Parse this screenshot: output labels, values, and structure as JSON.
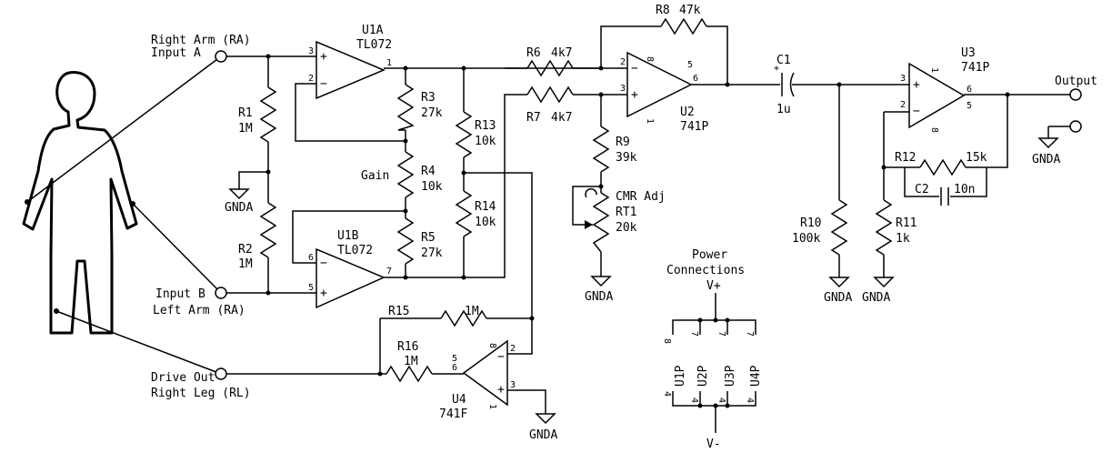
{
  "ports": {
    "right_arm": "Right Arm (RA)",
    "input_a": "Input A",
    "input_b": "Input B",
    "left_arm": "Left Arm (RA)",
    "drive_out": "Drive Out",
    "right_leg": "Right Leg (RL)",
    "output": "Output"
  },
  "opamps": {
    "u1a": {
      "ref": "U1A",
      "part": "TL072"
    },
    "u1b": {
      "ref": "U1B",
      "part": "TL072"
    },
    "u2": {
      "ref": "U2",
      "part": "741P"
    },
    "u3": {
      "ref": "U3",
      "part": "741P"
    },
    "u4": {
      "ref": "U4",
      "part": "741F"
    }
  },
  "resistors": {
    "r1": {
      "ref": "R1",
      "value": "1M"
    },
    "r2": {
      "ref": "R2",
      "value": "1M"
    },
    "r3": {
      "ref": "R3",
      "value": "27k"
    },
    "r4": {
      "ref": "R4",
      "value": "10k"
    },
    "r5": {
      "ref": "R5",
      "value": "27k"
    },
    "r6": {
      "ref": "R6",
      "value": "4k7"
    },
    "r7": {
      "ref": "R7",
      "value": "4k7"
    },
    "r8": {
      "ref": "R8",
      "value": "47k"
    },
    "r9": {
      "ref": "R9",
      "value": "39k"
    },
    "r10": {
      "ref": "R10",
      "value": "100k"
    },
    "r11": {
      "ref": "R11",
      "value": "1k"
    },
    "r12": {
      "ref": "R12",
      "value": "15k"
    },
    "r13": {
      "ref": "R13",
      "value": "10k"
    },
    "r14": {
      "ref": "R14",
      "value": "10k"
    },
    "r15": {
      "ref": "R15",
      "value": "1M"
    },
    "r16": {
      "ref": "R16",
      "value": "1M"
    }
  },
  "capacitors": {
    "c1": {
      "ref": "C1",
      "value": "1u"
    },
    "c2": {
      "ref": "C2",
      "value": "10n"
    }
  },
  "trimmer": {
    "ref": "RT1",
    "value": "20k",
    "label": "CMR Adj"
  },
  "gain_label": "Gain",
  "ground_label": "GNDA",
  "power": {
    "title_line1": "Power",
    "title_line2": "Connections",
    "vplus": "V+",
    "vminus": "V-",
    "chips": [
      "U1P",
      "U2P",
      "U3P",
      "U4P"
    ]
  },
  "pins": {
    "p1": "1",
    "p2": "2",
    "p3": "3",
    "p4": "4",
    "p5": "5",
    "p6": "6",
    "p7": "7",
    "p8": "8"
  }
}
